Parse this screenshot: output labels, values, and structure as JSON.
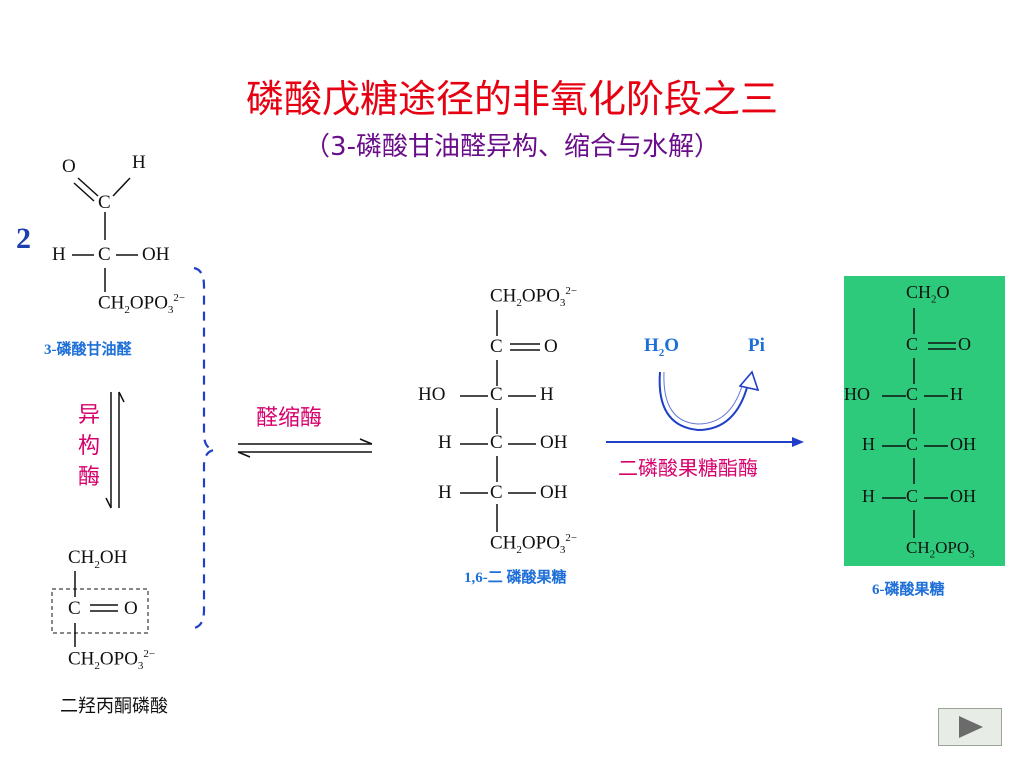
{
  "title": "磷酸戊糖途径的非氧化阶段之三",
  "subtitle": "（3-磷酸甘油醛异构、缩合与水解）",
  "coefficient": "2",
  "molecules": {
    "g3p": {
      "name": "3-磷酸甘油醛"
    },
    "dhap": {
      "name": "二羟丙酮磷酸"
    },
    "fbp": {
      "name": "1,6-二 磷酸果糖"
    },
    "f6p": {
      "name": "6-磷酸果糖"
    }
  },
  "enzymes": {
    "isomerase_chars": [
      "异",
      "构",
      "酶"
    ],
    "aldolase": "醛缩酶",
    "fbpase": "二磷酸果糖酯酶"
  },
  "reactants": {
    "water_main": "H",
    "water_sub": "2",
    "water_tail": "O",
    "pi": "Pi"
  },
  "atoms": {
    "O": "O",
    "H": "H",
    "C": "C",
    "OH": "OH",
    "HO": "HO",
    "CH2OPO3_main": "CH",
    "CH2OPO3_sub": "2",
    "CH2OPO3_tail": "OPO",
    "PO3_sub": "3",
    "PO3_charge": "2−",
    "CH2OH_main": "CH",
    "CH2OH_sub": "2",
    "CH2OH_tail": "OH",
    "CH2O_main": "CH",
    "CH2O_sub": "2",
    "CH2O_tail": "O",
    "C_eq_O": "C ═ O",
    "H_dash": "H—",
    "dash_OH": "—OH",
    "HO_dash": "HO—",
    "dash_H": "—H"
  },
  "colors": {
    "title": "#e60012",
    "subtitle": "#6a0d8a",
    "label_blue": "#1e6fd8",
    "enzyme_pink": "#d6006c",
    "highlight_green": "#2dca7c",
    "arrow_blue": "#1f3fc8"
  }
}
